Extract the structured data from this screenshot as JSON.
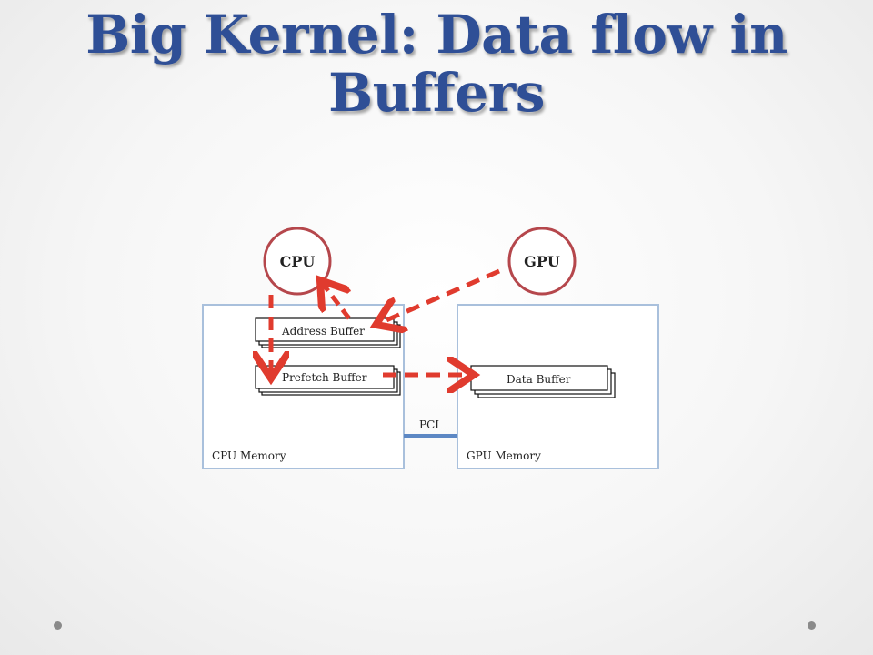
{
  "slide": {
    "title_line1": "Big Kernel: Data flow in",
    "title_line2": "Buffers"
  },
  "diagram": {
    "nodes": {
      "cpu": "CPU",
      "gpu": "GPU",
      "address_buffer": "Address Buffer",
      "prefetch_buffer": "Prefetch Buffer",
      "data_buffer": "Data Buffer",
      "cpu_memory": "CPU Memory",
      "gpu_memory": "GPU Memory",
      "pci": "PCI"
    },
    "colors": {
      "title": "#2f4f96",
      "circle_stroke": "#b5474c",
      "arrow": "#e03b2e",
      "memory_border": "#a9c0dc",
      "pci_link": "#5d88c4"
    }
  }
}
